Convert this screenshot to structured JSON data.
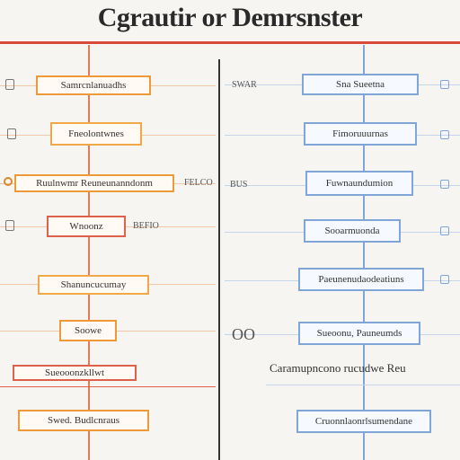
{
  "title": "Cgrautir or Demrsnster",
  "left": [
    {
      "label": "Samrcnlanuadhs",
      "side_right": ""
    },
    {
      "label": "Fneolontwnes",
      "side_right": ""
    },
    {
      "label": "Ruulnwmr Reuneunanndonm",
      "side_right": "FELCO"
    },
    {
      "label": "Wnoonz",
      "side_right": "BEFIO"
    },
    {
      "label": "Shanuncucumay",
      "side_right": ""
    },
    {
      "label": "Soowe",
      "side_right": ""
    },
    {
      "label": "Sueooonzkllwt",
      "side_right": ""
    },
    {
      "label": "Swed. Budlcnraus",
      "side_right": ""
    }
  ],
  "right": [
    {
      "label": "Sna Sueetna",
      "side_left": "SWAR",
      "side_right": ""
    },
    {
      "label": "Fimoruuurnas",
      "side_left": "",
      "side_right": ""
    },
    {
      "label": "Fuwnaundumion",
      "side_left": "BUS",
      "side_right": ""
    },
    {
      "label": "Sooarmuonda",
      "side_left": "",
      "side_right": ""
    },
    {
      "label": "Paeunenudaodeatiuns",
      "side_left": "",
      "side_right": ""
    },
    {
      "label": "Sueoonu, Pauneumds",
      "side_left": "OO",
      "side_right": ""
    },
    {
      "label": "Cruonnlaonrlsumendane",
      "side_left": "",
      "side_right": ""
    }
  ],
  "wide_text": "Caramupncono rucudwe Reu",
  "colors": {
    "left_accent": "#e47a5a",
    "right_accent": "#7fa6d6",
    "rule": "#d94a3a"
  }
}
